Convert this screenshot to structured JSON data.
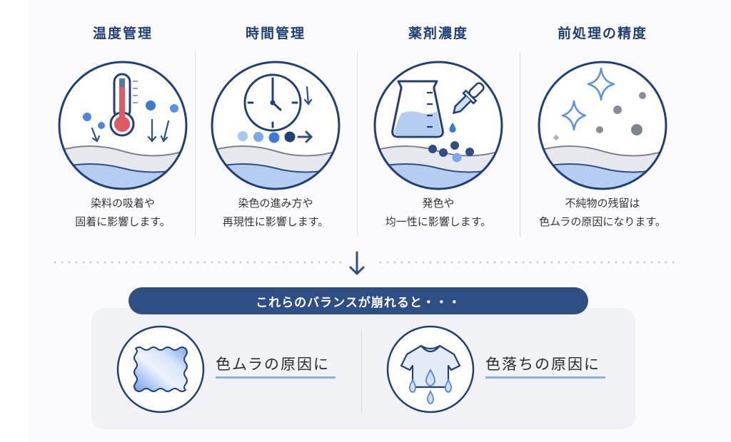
{
  "factors": [
    {
      "title": "温度管理",
      "desc_line1": "染料の吸着や",
      "desc_line2": "固着に影響します。",
      "icon": "thermometer-icon"
    },
    {
      "title": "時間管理",
      "desc_line1": "染色の進み方や",
      "desc_line2": "再現性に影響します。",
      "icon": "clock-icon"
    },
    {
      "title": "薬剤濃度",
      "desc_line1": "発色や",
      "desc_line2": "均一性に影響します。",
      "icon": "beaker-dropper-icon"
    },
    {
      "title": "前処理の精度",
      "desc_line1": "不純物の残留は",
      "desc_line2": "色ムラの原因になります。",
      "icon": "sparkle-impurities-icon"
    }
  ],
  "flow": {
    "arrow_icon": "down-arrow-icon"
  },
  "banner": {
    "text": "これらのバランスが崩れると・・・"
  },
  "results": [
    {
      "label": "色ムラの原因に",
      "icon": "uneven-fabric-icon"
    },
    {
      "label": "色落ちの原因に",
      "icon": "tshirt-drip-icon"
    }
  ],
  "colors": {
    "navy": "#1f3f7a",
    "banner": "#2d4f86",
    "accent_blue": "#4a86e0",
    "light_blue": "#a9c6f0",
    "thermo_red": "#e05a64",
    "impurity_gray": "#8a8d96",
    "underline": "#8fb0e0"
  }
}
